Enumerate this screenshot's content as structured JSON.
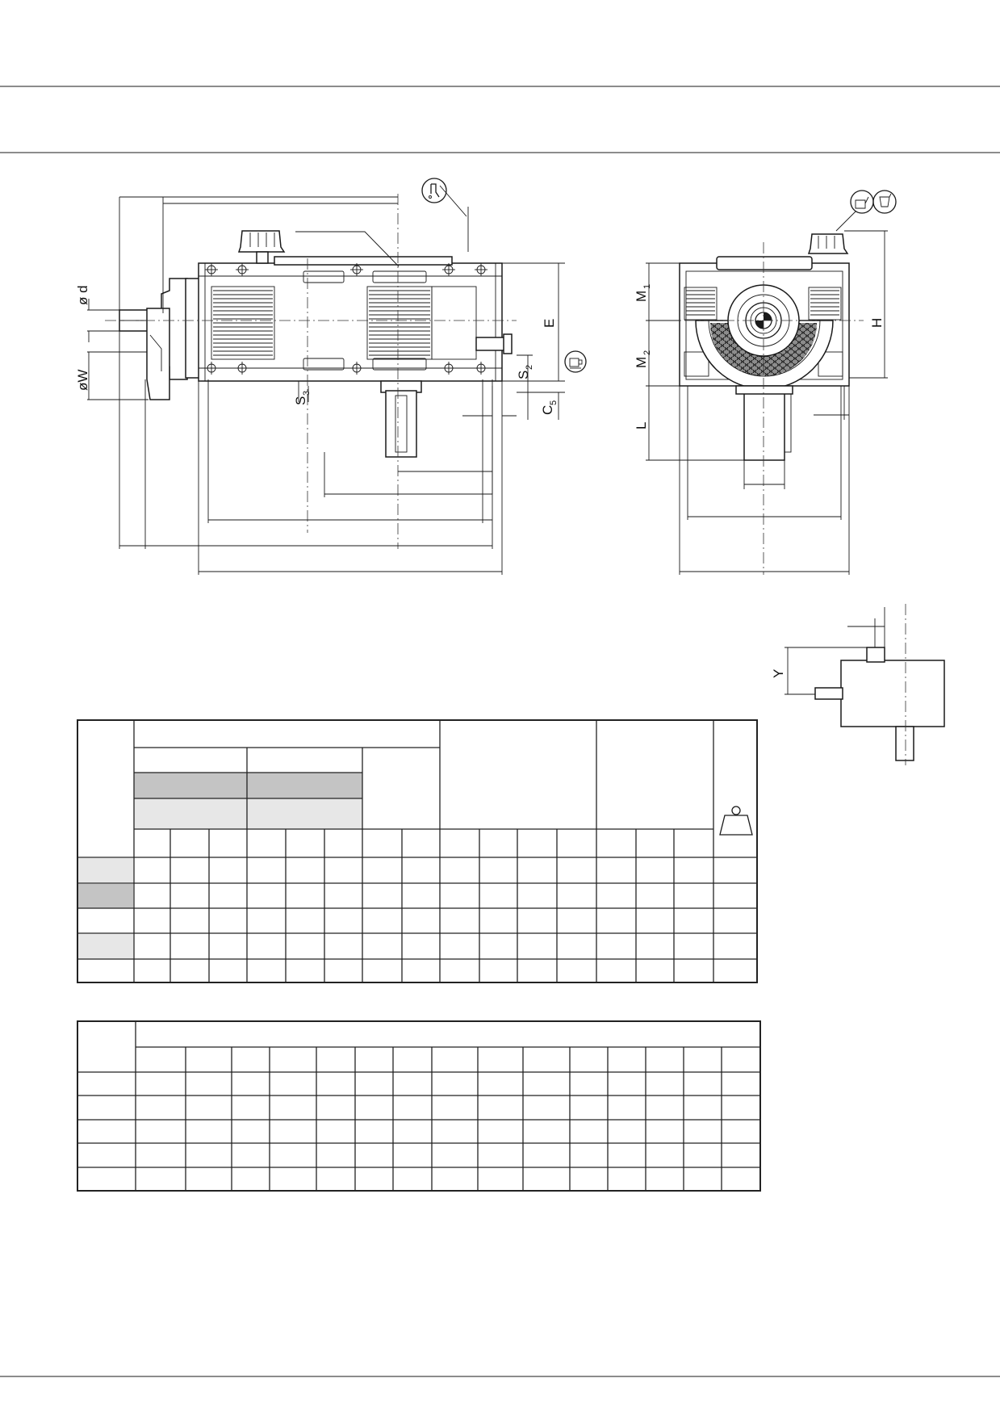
{
  "labels": {
    "d": "ø d",
    "w": "øW",
    "e": "E",
    "s2": "S",
    "s2_sub": "2",
    "s3": "S",
    "s3_sub": "3",
    "c5": "C",
    "c5_sub": "5",
    "m1": "M",
    "m1_sub": "1",
    "m2": "M",
    "m2_sub": "2",
    "h": "H",
    "l": "L",
    "y": "Y"
  },
  "colors": {
    "shade_dark": "#c4c4c4",
    "shade_light": "#e7e7e7",
    "line": "#1a1a1a"
  },
  "icons": {
    "oil_fill": "oil-fill-plug-icon",
    "oil_drain": "oil-drain-plug-icon",
    "oil_level": "oil-level-plug-icon",
    "weight": "weight-icon"
  },
  "table1": {
    "row_shading": [
      "light",
      "dark",
      "none",
      "light",
      "none"
    ]
  },
  "table2": {
    "rows": 5
  }
}
